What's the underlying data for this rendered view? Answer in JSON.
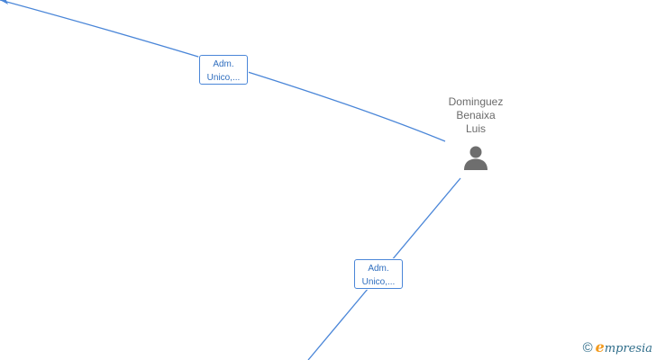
{
  "person": {
    "name_lines": [
      "Dominguez",
      "Benaixa",
      "Luis"
    ],
    "icon": "person-icon"
  },
  "edges": [
    {
      "label_lines": [
        "Adm.",
        "Unico,..."
      ]
    },
    {
      "label_lines": [
        "Adm.",
        "Unico,..."
      ]
    }
  ],
  "watermark": {
    "symbol": "©",
    "brand_initial": "e",
    "brand_rest": "mpresia"
  },
  "colors": {
    "edge": "#4a86d8",
    "person_icon": "#6e6e6e",
    "brand_accent": "#f39a1d",
    "brand_text": "#2f6d8a"
  }
}
